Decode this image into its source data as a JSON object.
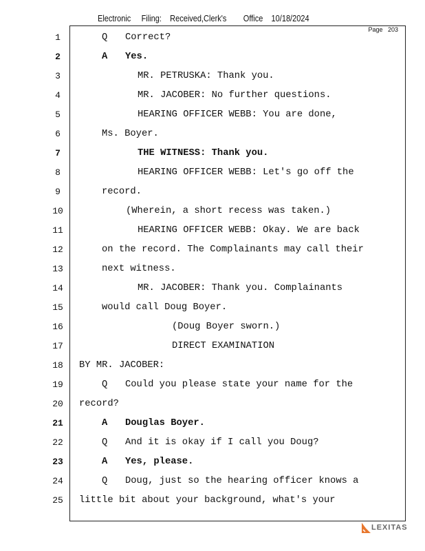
{
  "header": "Electronic     Filing:    Received,Clerk's        Office    10/18/2024",
  "page_label": "Page   203",
  "logo": "LEXITAS",
  "lines": [
    {
      "n": "1",
      "type": "q",
      "label": "Q",
      "text": "Correct?"
    },
    {
      "n": "2",
      "type": "a",
      "label": "A",
      "text": "Yes.",
      "bold": true
    },
    {
      "n": "3",
      "type": "colloquy",
      "text": "MR. PETRUSKA: Thank you."
    },
    {
      "n": "4",
      "type": "colloquy",
      "text": "MR. JACOBER: No further questions."
    },
    {
      "n": "5",
      "type": "colloquy",
      "text": "HEARING OFFICER WEBB: You are done,"
    },
    {
      "n": "6",
      "type": "cont",
      "text": "Ms. Boyer."
    },
    {
      "n": "7",
      "type": "colloquy",
      "text": "THE WITNESS: Thank you.",
      "bold": true
    },
    {
      "n": "8",
      "type": "colloquy",
      "text": "HEARING OFFICER WEBB: Let's go off the"
    },
    {
      "n": "9",
      "type": "cont",
      "text": "record."
    },
    {
      "n": "10",
      "type": "paren",
      "text": "(Wherein, a short recess was taken.)"
    },
    {
      "n": "11",
      "type": "colloquy",
      "text": "HEARING OFFICER WEBB: Okay. We are back"
    },
    {
      "n": "12",
      "type": "cont",
      "text": "on the record. The Complainants may call their"
    },
    {
      "n": "13",
      "type": "cont",
      "text": "next witness."
    },
    {
      "n": "14",
      "type": "colloquy",
      "text": "MR. JACOBER: Thank you. Complainants"
    },
    {
      "n": "15",
      "type": "cont",
      "text": "would call Doug Boyer."
    },
    {
      "n": "16",
      "type": "center",
      "text": "(Doug Boyer sworn.)"
    },
    {
      "n": "17",
      "type": "center",
      "text": "DIRECT EXAMINATION"
    },
    {
      "n": "18",
      "type": "margin",
      "text": "BY MR. JACOBER:"
    },
    {
      "n": "19",
      "type": "q",
      "label": "Q",
      "text": "Could you please state your name for the"
    },
    {
      "n": "20",
      "type": "margin",
      "text": "record?"
    },
    {
      "n": "21",
      "type": "a",
      "label": "A",
      "text": "Douglas Boyer.",
      "bold": true
    },
    {
      "n": "22",
      "type": "q",
      "label": "Q",
      "text": "And it is okay if I call you Doug?"
    },
    {
      "n": "23",
      "type": "a",
      "label": "A",
      "text": "Yes, please.",
      "bold": true
    },
    {
      "n": "24",
      "type": "q",
      "label": "Q",
      "text": "Doug, just so the hearing officer knows a"
    },
    {
      "n": "25",
      "type": "margin",
      "text": "little bit about your background, what's your"
    }
  ]
}
